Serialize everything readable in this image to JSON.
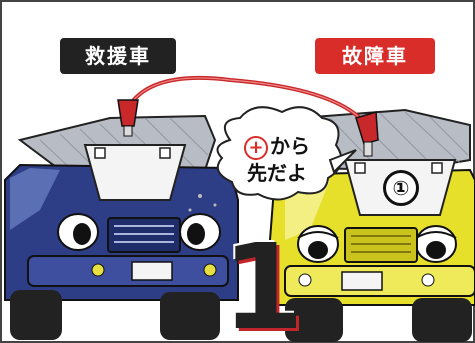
{
  "labels": {
    "rescue_car": "救援車",
    "broken_car": "故障車"
  },
  "speech_bubble": {
    "plus_symbol": "+",
    "line1": "から",
    "line2": "先だよ"
  },
  "battery_mark": "①",
  "step_number": "1",
  "colors": {
    "rescue_car_body": "#2d3d86",
    "broken_car_body": "#e6e02a",
    "cable_red": "#c8282a",
    "label_black": "#222222",
    "label_red": "#d92d2a"
  },
  "icons": {
    "red_clamp": "jumper-clamp-icon"
  }
}
